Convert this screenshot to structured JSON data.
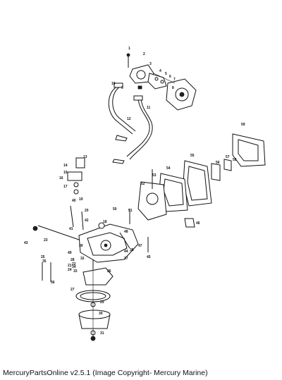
{
  "caption": "MercuryPartsOnline v2.5.1 (Image Copyright- Mercury Marine)",
  "labels": [
    "1",
    "2",
    "3",
    "4",
    "5",
    "6",
    "7",
    "8",
    "9",
    "10",
    "11",
    "12",
    "13",
    "14",
    "15",
    "16",
    "17",
    "18",
    "19",
    "20",
    "21",
    "22",
    "23",
    "24",
    "25",
    "26",
    "27",
    "28",
    "29",
    "30",
    "31",
    "32",
    "33",
    "34",
    "35",
    "36",
    "37",
    "38",
    "39",
    "40",
    "41",
    "42",
    "43",
    "44",
    "45",
    "46",
    "47",
    "48",
    "49",
    "50",
    "51",
    "52",
    "53",
    "54",
    "55",
    "56",
    "57",
    "58",
    "59"
  ]
}
